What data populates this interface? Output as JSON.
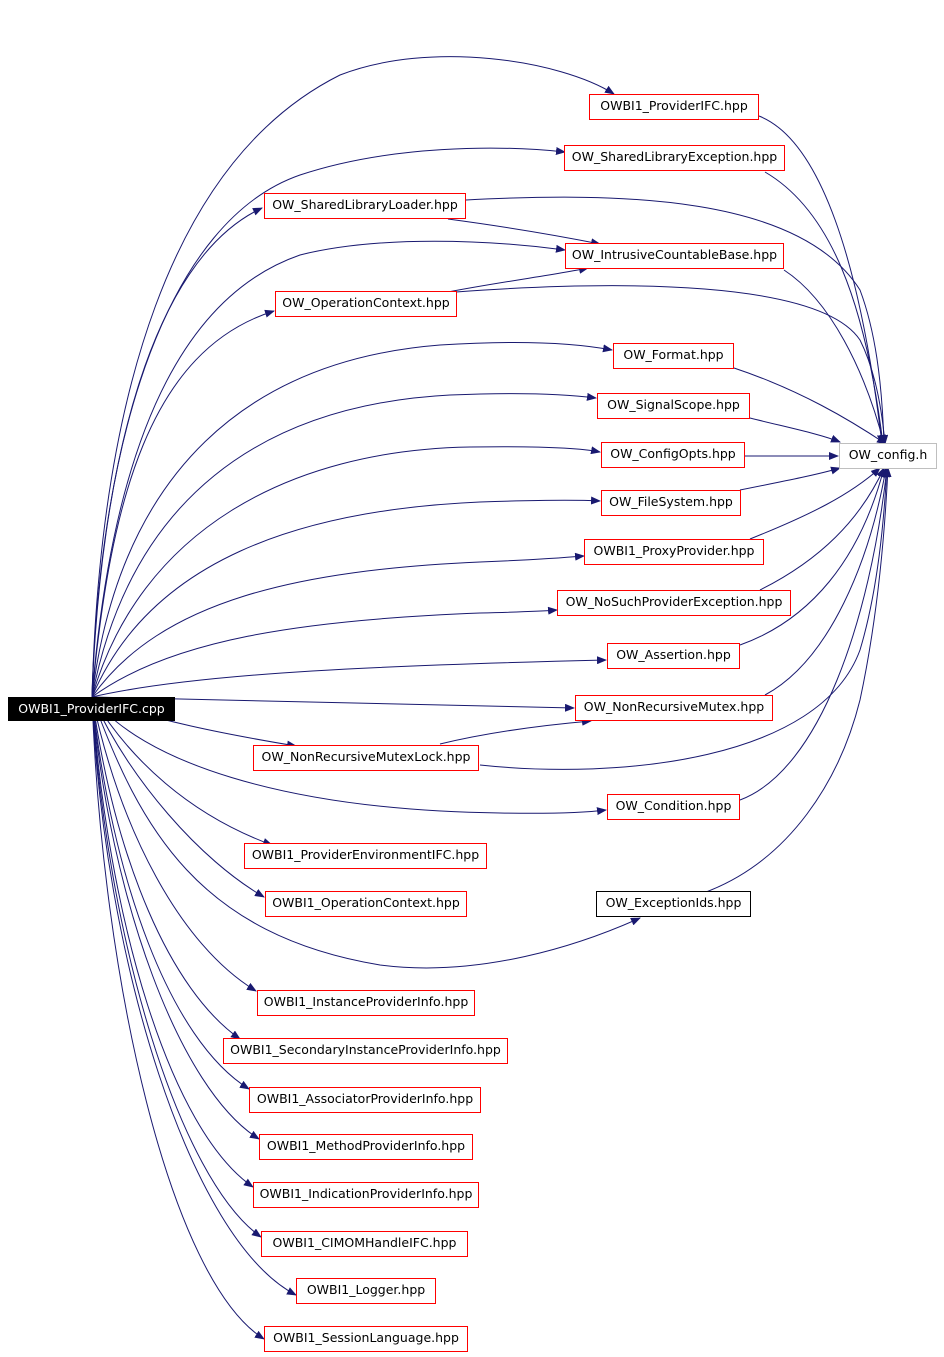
{
  "colors": {
    "edge": "#191970",
    "node_border": "#ff0000",
    "root_fill": "#000000",
    "root_text": "#ffffff"
  },
  "nodes": {
    "root": "OWBI1_ProviderIFC.cpp",
    "provider_ifc_hpp": "OWBI1_ProviderIFC.hpp",
    "shared_library_exception": "OW_SharedLibraryException.hpp",
    "shared_library_loader": "OW_SharedLibraryLoader.hpp",
    "intrusive_countable_base": "OW_IntrusiveCountableBase.hpp",
    "operation_context_ow": "OW_OperationContext.hpp",
    "format": "OW_Format.hpp",
    "signal_scope": "OW_SignalScope.hpp",
    "config_opts": "OW_ConfigOpts.hpp",
    "config_h": "OW_config.h",
    "file_system": "OW_FileSystem.hpp",
    "proxy_provider": "OWBI1_ProxyProvider.hpp",
    "no_such_provider_exception": "OW_NoSuchProviderException.hpp",
    "assertion": "OW_Assertion.hpp",
    "non_recursive_mutex": "OW_NonRecursiveMutex.hpp",
    "non_recursive_mutex_lock": "OW_NonRecursiveMutexLock.hpp",
    "condition": "OW_Condition.hpp",
    "provider_environment_ifc": "OWBI1_ProviderEnvironmentIFC.hpp",
    "operation_context_bi1": "OWBI1_OperationContext.hpp",
    "exception_ids": "OW_ExceptionIds.hpp",
    "instance_provider_info": "OWBI1_InstanceProviderInfo.hpp",
    "secondary_instance_provider_info": "OWBI1_SecondaryInstanceProviderInfo.hpp",
    "associator_provider_info": "OWBI1_AssociatorProviderInfo.hpp",
    "method_provider_info": "OWBI1_MethodProviderInfo.hpp",
    "indication_provider_info": "OWBI1_IndicationProviderInfo.hpp",
    "cimom_handle_ifc": "OWBI1_CIMOMHandleIFC.hpp",
    "logger": "OWBI1_Logger.hpp",
    "session_language": "OWBI1_SessionLanguage.hpp"
  }
}
